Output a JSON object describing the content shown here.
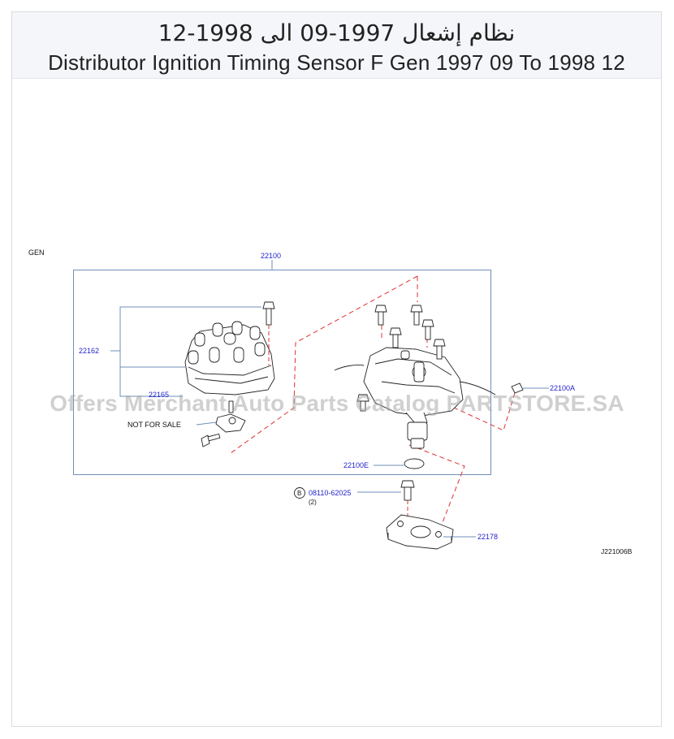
{
  "header": {
    "title_ar": "نظام إشعال 1997-09 الى 1998-12",
    "title_en": "Distributor Ignition Timing Sensor F Gen 1997 09 To 1998 12"
  },
  "diagram": {
    "section_label": "GEN",
    "assembly_label": "22100",
    "cap_label": "22162",
    "rotor_label": "22165",
    "not_for_sale": "NOT  FOR  SALE",
    "oring_label": "22100E",
    "bolt_label": "08110-62025",
    "bolt_symbol": "B",
    "bolt_qty": "(2)",
    "bracket_label": "22178",
    "screw_label": "22100A",
    "diagram_code": "J221006B"
  },
  "watermark": "Offers Merchant Auto Parts Catalog PARTSTORE.SA",
  "colors": {
    "label_blue": "#1f1fcc",
    "box_line": "#6f8fb8",
    "dashed_red": "#e03030",
    "header_bg": "#f5f6fa"
  }
}
